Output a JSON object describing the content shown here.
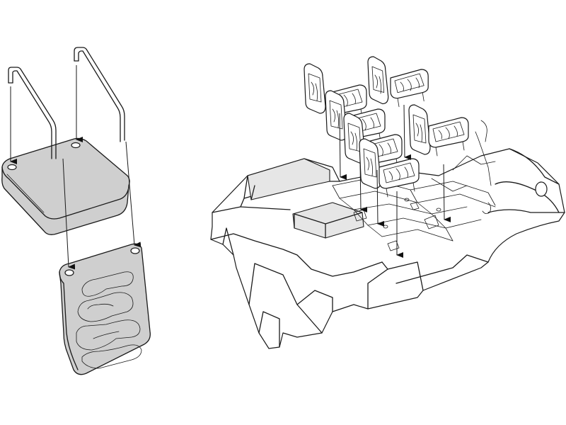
{
  "figure": {
    "palette": {
      "background": "#ffffff",
      "line": "#1a1a1a",
      "cushion_fill": "#cfcfcf",
      "part_fill": "#e6e6e6"
    },
    "left_assembly": {
      "parts": [
        "seat-cushion",
        "backrest-cushion",
        "handle-rod-left",
        "handle-rod-right"
      ],
      "arrow_count": 4
    },
    "right_assembly": {
      "parts": [
        "vehicle-floor",
        "seat-row",
        "seat-row",
        "seat-row",
        "seat-row",
        "seat-row",
        "seat-row"
      ],
      "arrow_count": 6
    }
  }
}
